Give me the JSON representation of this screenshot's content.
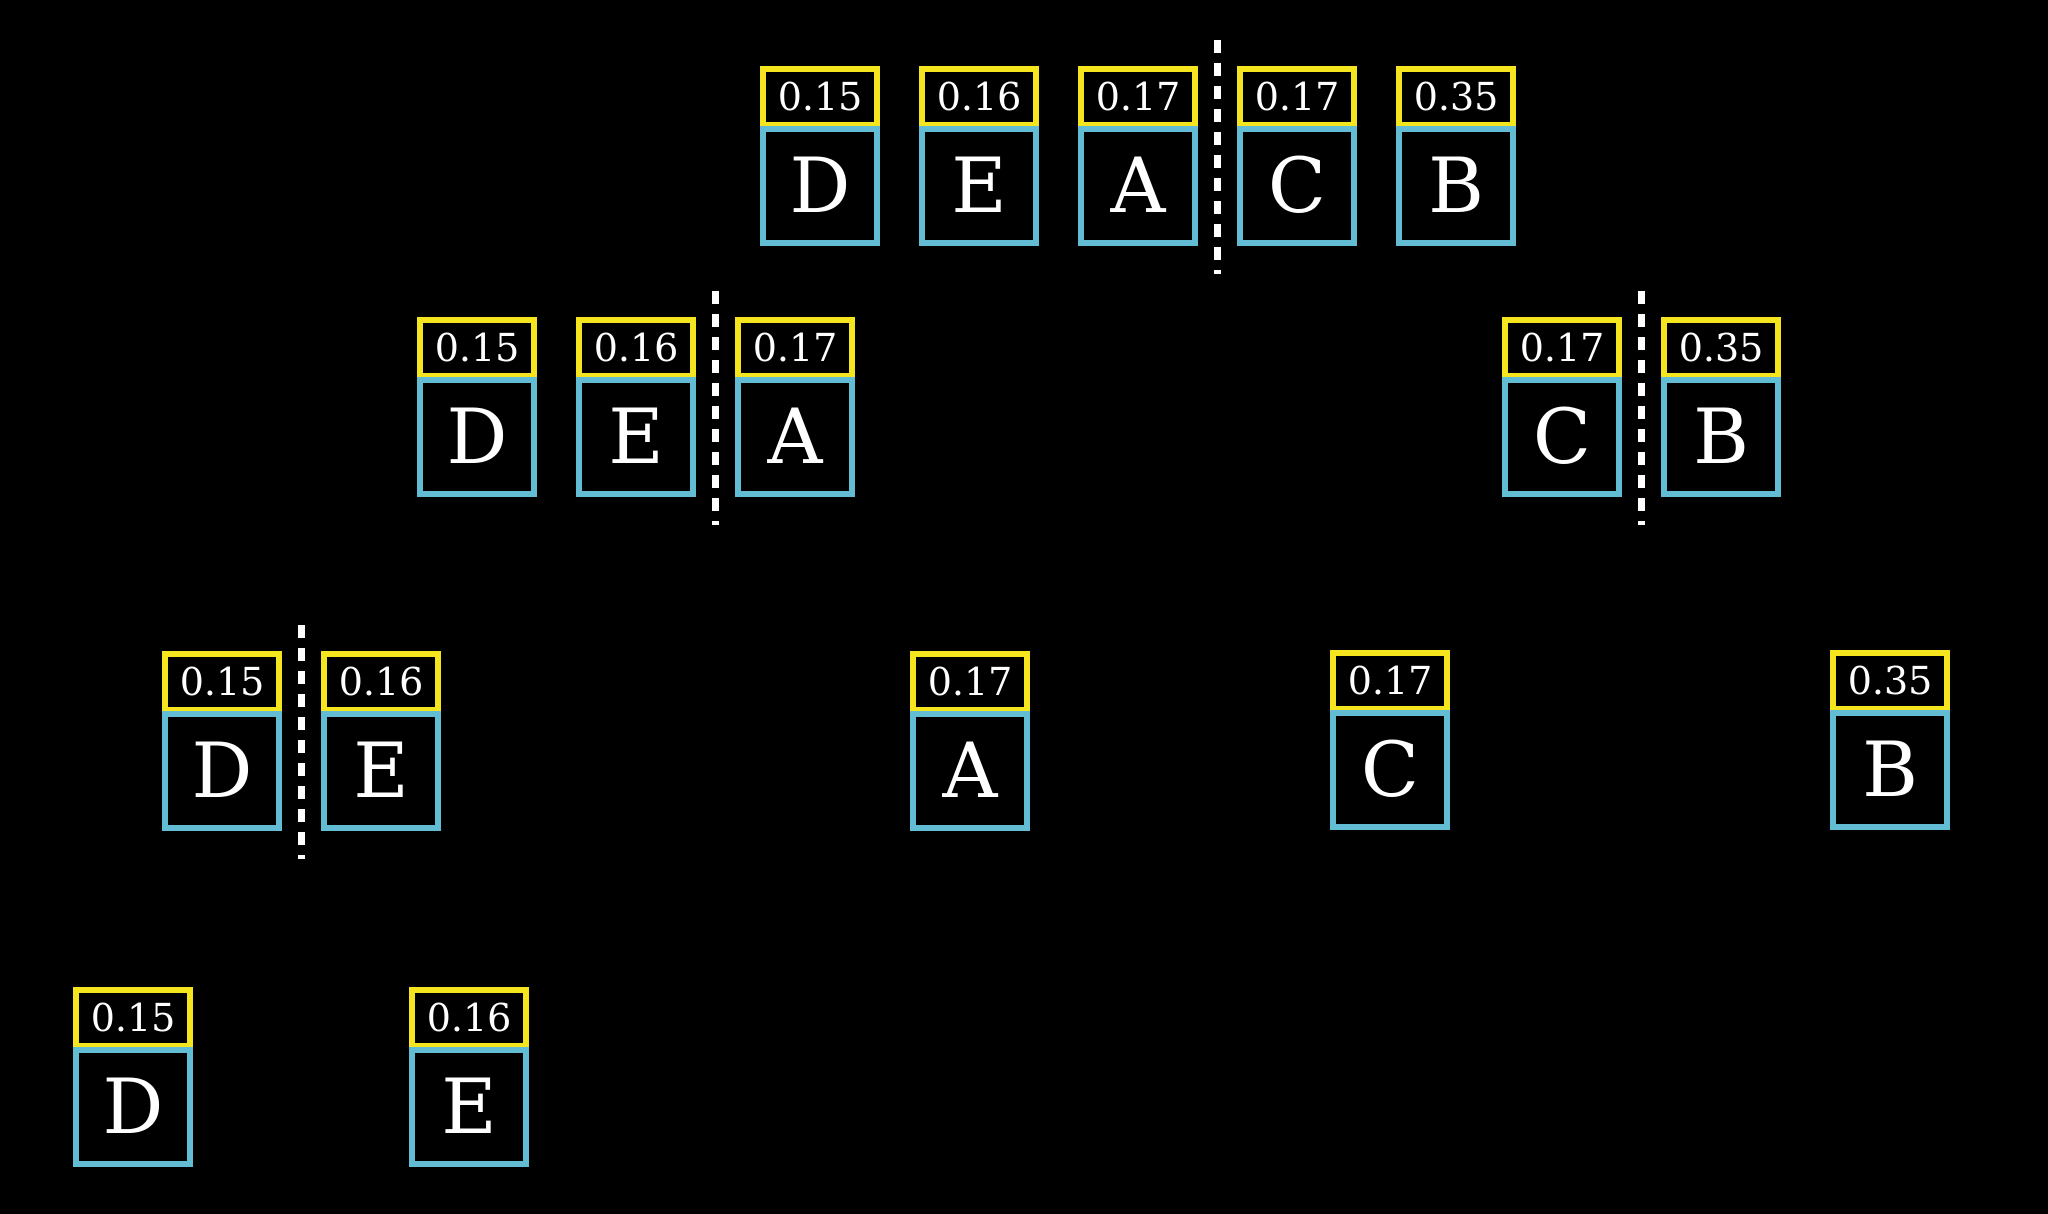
{
  "levels": [
    {
      "nodes": [
        {
          "symbol": "D",
          "probability": "0.15"
        },
        {
          "symbol": "E",
          "probability": "0.16"
        },
        {
          "symbol": "A",
          "probability": "0.17"
        },
        {
          "symbol": "C",
          "probability": "0.17"
        },
        {
          "symbol": "B",
          "probability": "0.35"
        }
      ]
    },
    {
      "nodes": [
        {
          "symbol": "D",
          "probability": "0.15"
        },
        {
          "symbol": "E",
          "probability": "0.16"
        },
        {
          "symbol": "A",
          "probability": "0.17"
        },
        {
          "symbol": "C",
          "probability": "0.17"
        },
        {
          "symbol": "B",
          "probability": "0.35"
        }
      ]
    },
    {
      "nodes": [
        {
          "symbol": "D",
          "probability": "0.15"
        },
        {
          "symbol": "E",
          "probability": "0.16"
        },
        {
          "symbol": "A",
          "probability": "0.17"
        },
        {
          "symbol": "C",
          "probability": "0.17"
        },
        {
          "symbol": "B",
          "probability": "0.35"
        }
      ]
    },
    {
      "nodes": [
        {
          "symbol": "D",
          "probability": "0.15"
        },
        {
          "symbol": "E",
          "probability": "0.16"
        }
      ]
    }
  ],
  "colors": {
    "background": "#000000",
    "probability_border": "#f4e51e",
    "symbol_border": "#62bcd3",
    "text": "#ffffff",
    "divider": "#ffffff"
  }
}
